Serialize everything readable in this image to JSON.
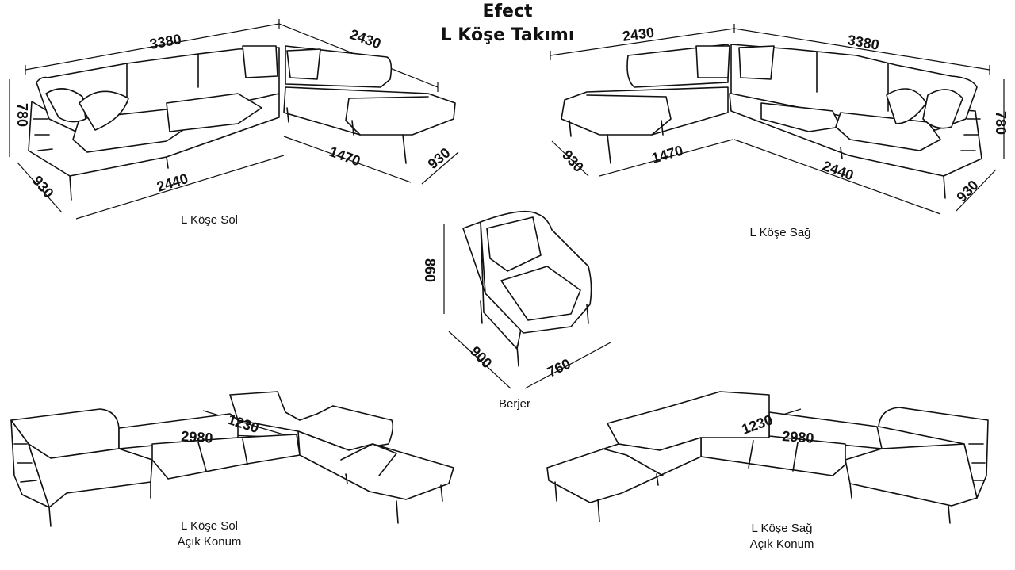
{
  "title": {
    "line1": "Efect",
    "line2": "L Köşe Takımı"
  },
  "captions": {
    "left_top": "L Köşe Sol",
    "right_top": "L Köşe Sağ",
    "center": "Berjer",
    "left_bottom_1": "L Köşe Sol",
    "left_bottom_2": "Açık Konum",
    "right_bottom_1": "L Köşe Sağ",
    "right_bottom_2": "Açık Konum"
  },
  "dimensions": {
    "left_top": {
      "top_long": "3380",
      "top_short": "2430",
      "height": "780",
      "depth_left": "930",
      "base_long": "2440",
      "base_short": "1470",
      "depth_right": "930"
    },
    "right_top": {
      "top_short": "2430",
      "top_long": "3380",
      "height": "780",
      "depth_left": "930",
      "base_short": "1470",
      "base_long": "2440",
      "depth_right": "930"
    },
    "berjer": {
      "height": "860",
      "depth": "900",
      "width": "760"
    },
    "left_bottom": {
      "width": "2980",
      "depth": "1230"
    },
    "right_bottom": {
      "width": "2980",
      "depth": "1230"
    }
  }
}
